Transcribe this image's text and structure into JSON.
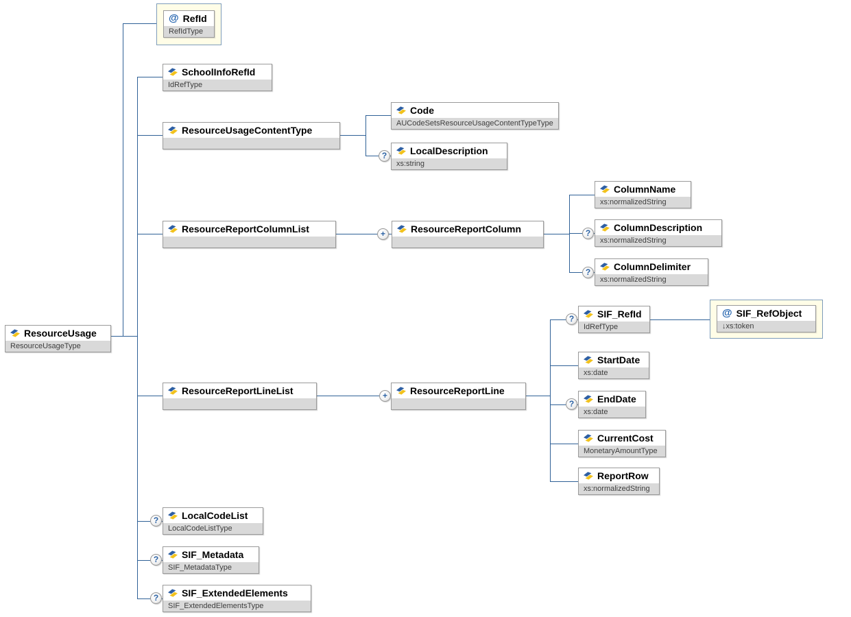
{
  "diagram": {
    "kind": "xml-schema-content-model",
    "root_element": "ResourceUsage",
    "icons": {
      "attribute": "@",
      "optional": "?",
      "repeat": "+"
    },
    "colors": {
      "connector": "#2E6096",
      "type_row_bg": "#D9D9D9",
      "attribute_box_bg": "#FFFDE7",
      "attribute_box_border": "#7D9CBA",
      "element_icon_blue": "#2E5FA3",
      "element_icon_yellow": "#F2C21C",
      "badge_glyph": "#2E64A5"
    },
    "nodes": {
      "resourceUsage": {
        "title": "ResourceUsage",
        "type": "ResourceUsageType"
      },
      "refId": {
        "title": "RefId",
        "type": "RefIdType"
      },
      "schoolInfoRefId": {
        "title": "SchoolInfoRefId",
        "type": "IdRefType"
      },
      "resourceUsageContentType": {
        "title": "ResourceUsageContentType",
        "type": ""
      },
      "code": {
        "title": "Code",
        "type": "AUCodeSetsResourceUsageContentTypeType"
      },
      "localDescription": {
        "title": "LocalDescription",
        "type": "xs:string"
      },
      "resourceReportColumnList": {
        "title": "ResourceReportColumnList",
        "type": ""
      },
      "resourceReportColumn": {
        "title": "ResourceReportColumn",
        "type": ""
      },
      "columnName": {
        "title": "ColumnName",
        "type": "xs:normalizedString"
      },
      "columnDescription": {
        "title": "ColumnDescription",
        "type": "xs:normalizedString"
      },
      "columnDelimiter": {
        "title": "ColumnDelimiter",
        "type": "xs:normalizedString"
      },
      "resourceReportLineList": {
        "title": "ResourceReportLineList",
        "type": ""
      },
      "resourceReportLine": {
        "title": "ResourceReportLine",
        "type": ""
      },
      "sifRefId": {
        "title": "SIF_RefId",
        "type": "IdRefType"
      },
      "sifRefObject": {
        "title": "SIF_RefObject",
        "type": "↓xs:token"
      },
      "startDate": {
        "title": "StartDate",
        "type": "xs:date"
      },
      "endDate": {
        "title": "EndDate",
        "type": "xs:date"
      },
      "currentCost": {
        "title": "CurrentCost",
        "type": "MonetaryAmountType"
      },
      "reportRow": {
        "title": "ReportRow",
        "type": "xs:normalizedString"
      },
      "localCodeList": {
        "title": "LocalCodeList",
        "type": "LocalCodeListType"
      },
      "sifMetadata": {
        "title": "SIF_Metadata",
        "type": "SIF_MetadataType"
      },
      "sifExtendedElements": {
        "title": "SIF_ExtendedElements",
        "type": "SIF_ExtendedElementsType"
      }
    }
  }
}
